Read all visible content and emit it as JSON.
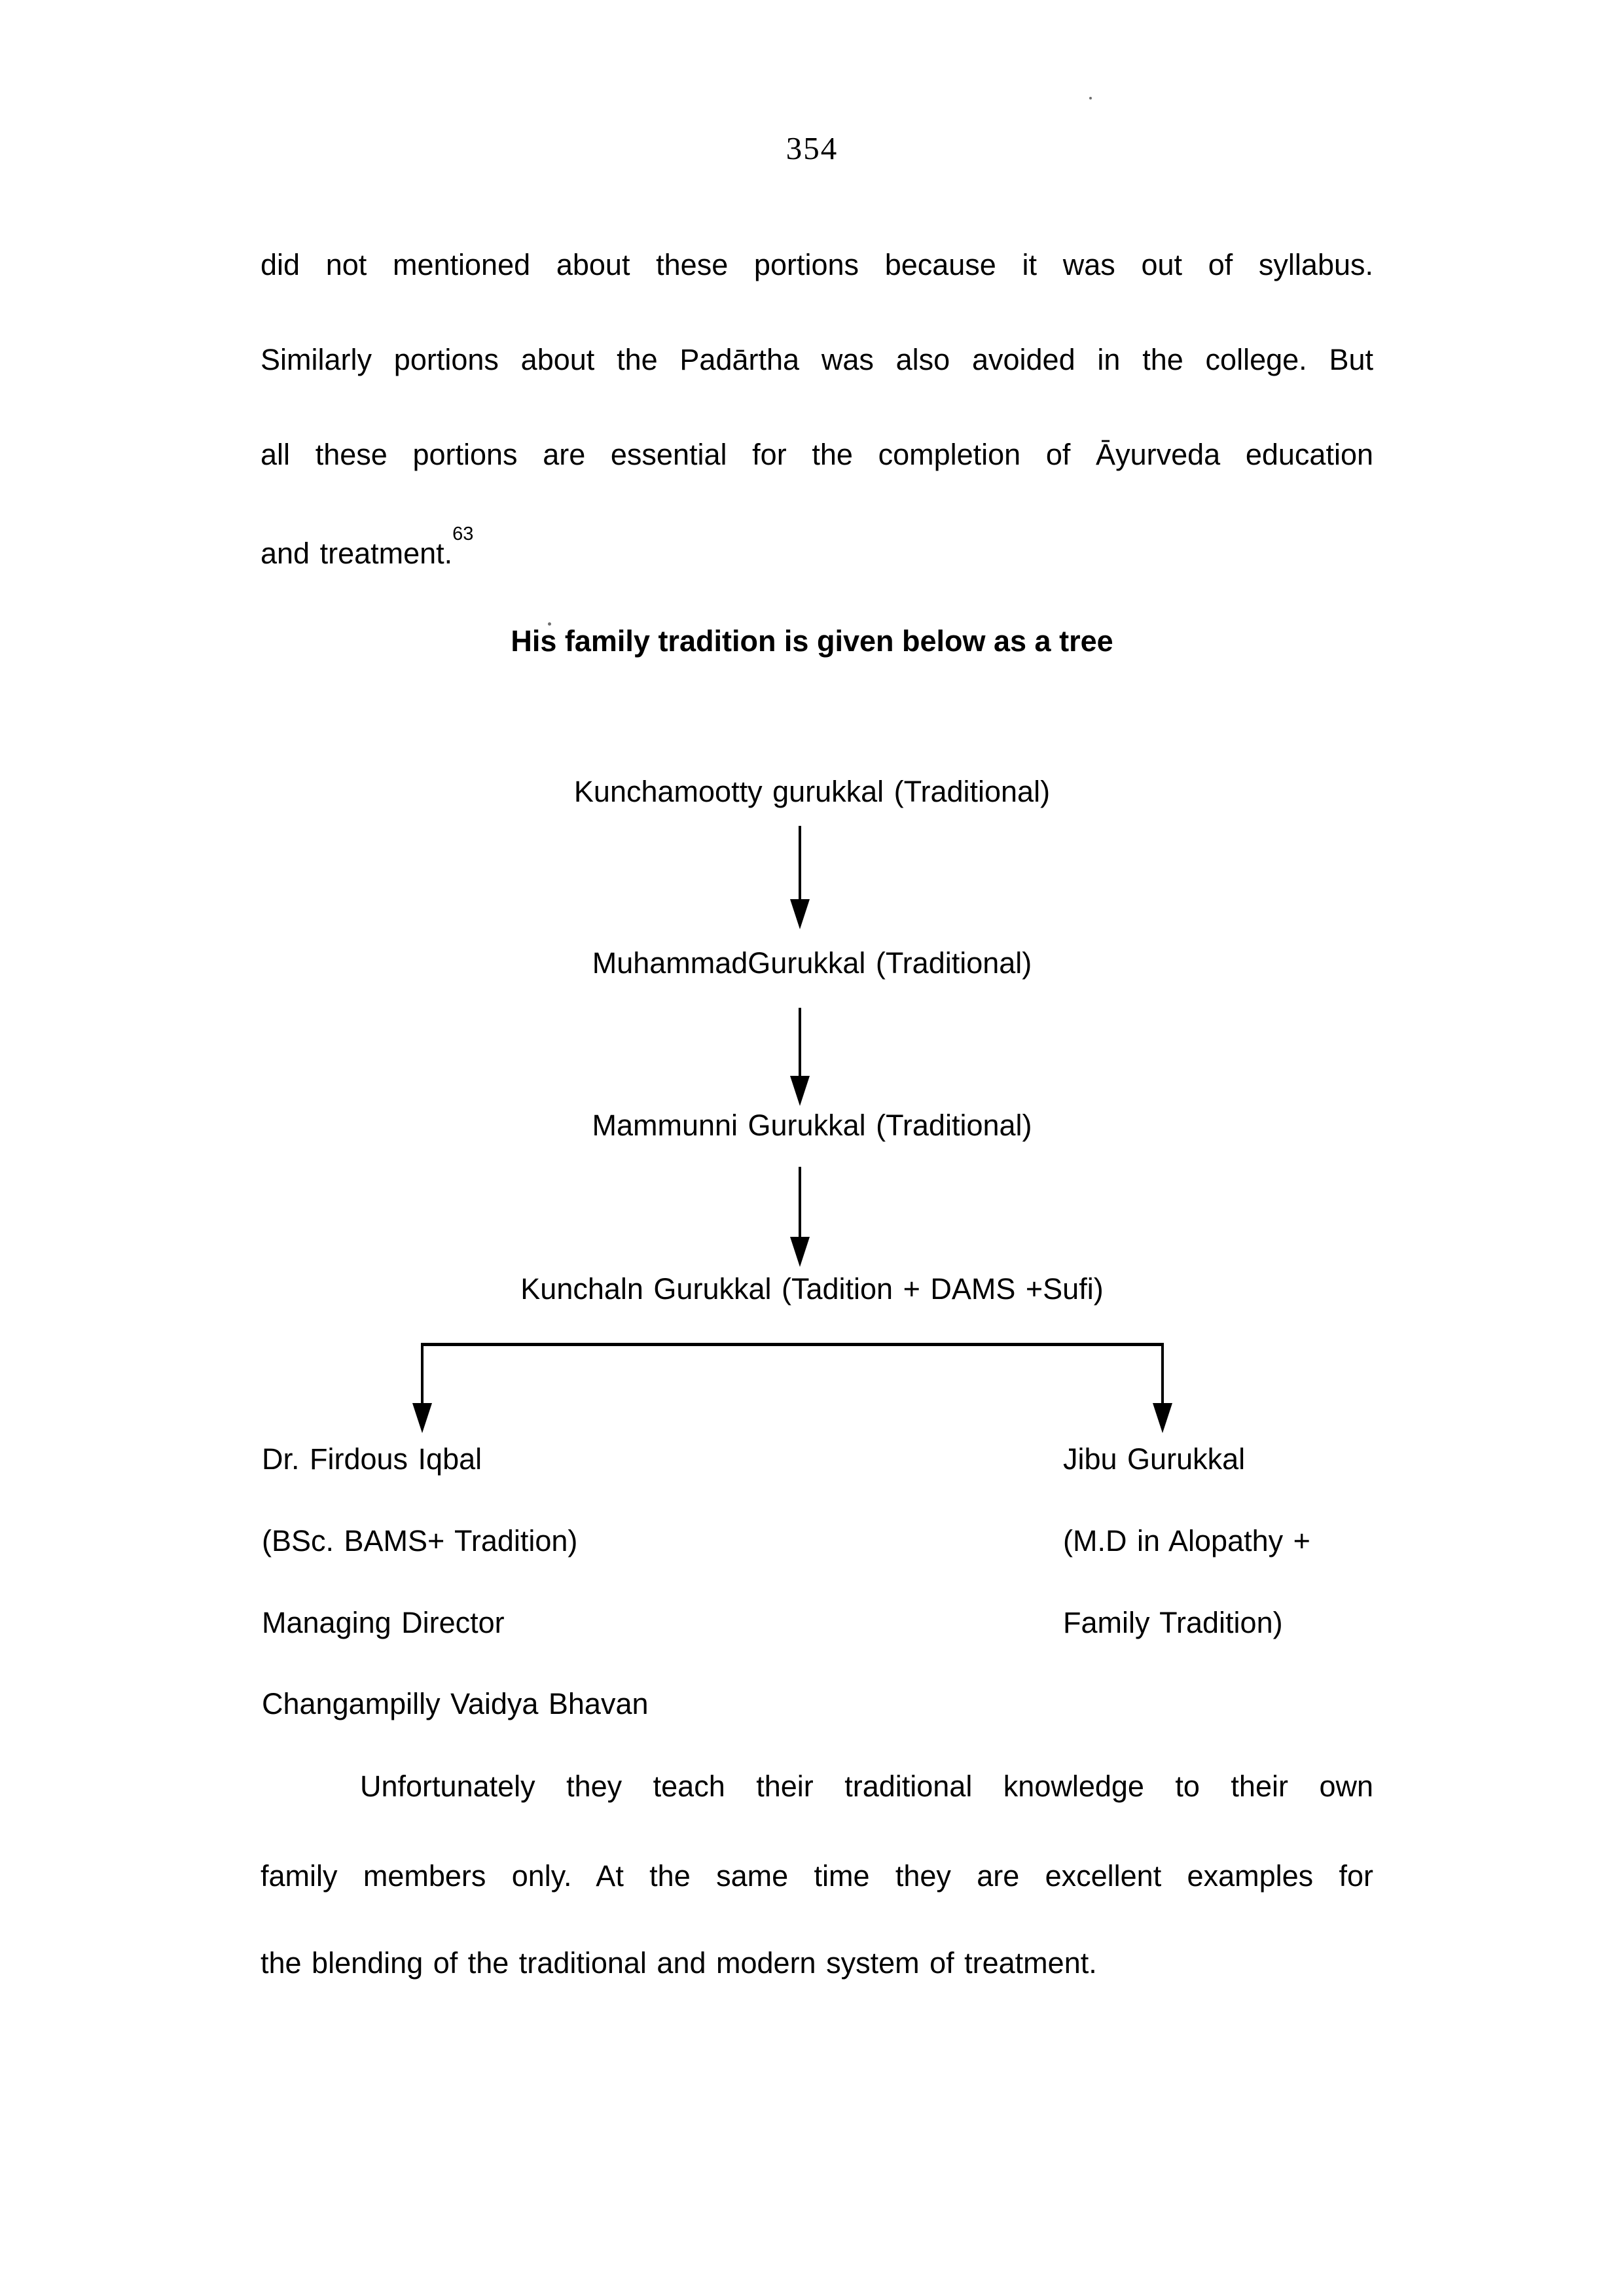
{
  "page_number": "354",
  "colors": {
    "text": "#000000",
    "background": "#ffffff"
  },
  "icons": {
    "down_arrow": "↓"
  },
  "paragraph_top": {
    "lines": [
      "did not mentioned about these portions because it was out of syllabus.",
      "Similarly portions about the Padārtha was also avoided in the college. But",
      "all these portions are essential for the completion of Āyurveda education",
      "and treatment."
    ],
    "footnote_ref": "63"
  },
  "heading": "His family tradition is given below as a tree",
  "tree": {
    "generations": [
      "Kunchamootty gurukkal (Traditional)",
      "MuhammadGurukkal (Traditional)",
      "Mammunni Gurukkal (Traditional)",
      "Kunchaln Gurukkal (Tadition + DAMS +Sufi)"
    ],
    "branches": {
      "left": {
        "lines": [
          "Dr. Firdous Iqbal",
          "(BSc. BAMS+ Tradition)",
          "Managing Director",
          "Changampilly Vaidya Bhavan"
        ]
      },
      "right": {
        "lines": [
          "Jibu Gurukkal",
          "(M.D in Alopathy +",
          "Family Tradition)"
        ]
      }
    }
  },
  "paragraph_bottom": {
    "lines": [
      "Unfortunately they teach their traditional knowledge to their own",
      "family members only.  At the same time they are excellent examples for",
      "the blending of the traditional and modern system of treatment."
    ]
  }
}
